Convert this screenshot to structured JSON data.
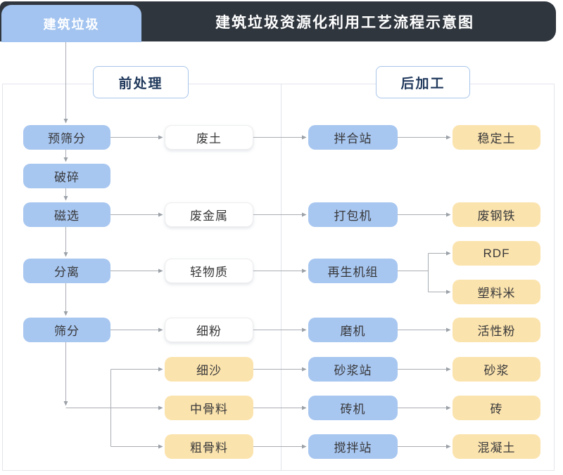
{
  "header": {
    "tab_label": "建筑垃圾",
    "title": "建筑垃圾资源化利用工艺流程示意图"
  },
  "sections": {
    "pre": "前处理",
    "post": "后加工"
  },
  "nodes": {
    "pre_screening": "预筛分",
    "crushing": "破碎",
    "magnetic": "磁选",
    "separation": "分离",
    "screening": "筛分",
    "waste_soil": "废土",
    "waste_metal": "废金属",
    "light_material": "轻物质",
    "fine_powder": "细粉",
    "fine_sand": "细沙",
    "medium_aggregate": "中骨料",
    "coarse_aggregate": "粗骨料",
    "mixing_station": "拌合站",
    "baler": "打包机",
    "regen_unit": "再生机组",
    "mill": "磨机",
    "mortar_station": "砂浆站",
    "brick_machine": "砖机",
    "batching_plant": "搅拌站",
    "stabilized_soil": "稳定土",
    "scrap_steel": "废钢铁",
    "rdf": "RDF",
    "plastic_pellets": "塑料米",
    "active_powder": "活性粉",
    "mortar": "砂浆",
    "brick": "砖",
    "concrete": "混凝土"
  },
  "colors": {
    "header_bg": "#30363e",
    "header_text": "#ffffff",
    "tab_bg": "#a3c4f0",
    "process_blue": "#a7c6f0",
    "product_yellow": "#fbe3ad",
    "intermediate_white": "#ffffff",
    "section_border": "#a9c5ea",
    "section_text": "#20395c",
    "connector_line": "#a9adb3",
    "frame_border": "#e4e5ec"
  }
}
